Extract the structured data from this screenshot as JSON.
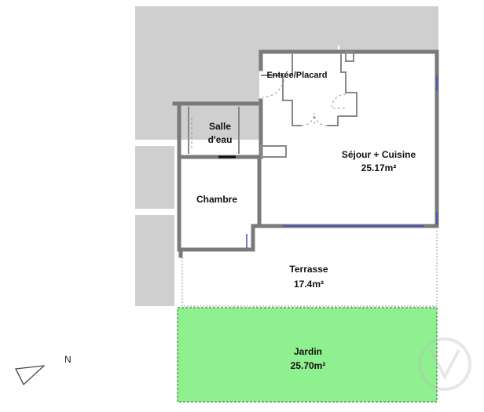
{
  "plan": {
    "rooms": {
      "entree": {
        "name": "Entrée/Placard"
      },
      "salle_eau": {
        "name_line1": "Salle",
        "name_line2": "d'eau"
      },
      "chambre": {
        "name": "Chambre"
      },
      "sejour": {
        "name": "Séjour + Cuisine",
        "area": "25.17m²"
      },
      "terrasse": {
        "name": "Terrasse",
        "area": "17.4m²"
      },
      "jardin": {
        "name": "Jardin",
        "area": "25.70m²"
      }
    },
    "compass": {
      "label": "N"
    }
  },
  "colors": {
    "wall": "#8a8a8a",
    "shade": "#cfcfcf",
    "garden_fill": "#8ff08f",
    "garden_border": "#3a8a3a",
    "window": "#3b4bd6"
  }
}
